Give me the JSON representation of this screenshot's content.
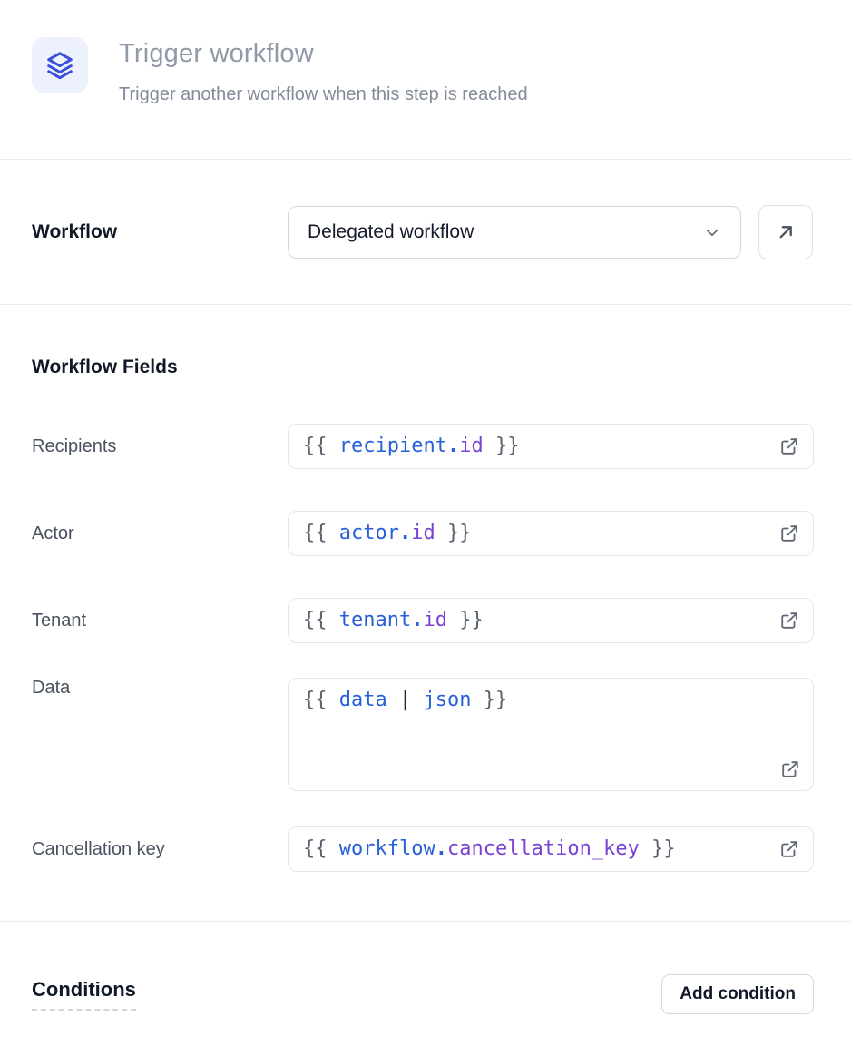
{
  "header": {
    "icon": "layers-icon",
    "title": "Trigger workflow",
    "subtitle": "Trigger another workflow when this step is reached"
  },
  "workflow": {
    "label": "Workflow",
    "selected_option": "Delegated workflow",
    "chevron_icon": "chevron-down-icon",
    "open_button_icon": "arrow-up-right-icon"
  },
  "fields": {
    "heading": "Workflow Fields",
    "external_icon": "external-link-icon",
    "rows": [
      {
        "label": "Recipients",
        "slug": "recipients",
        "tall": false,
        "tokens": [
          [
            "{{ ",
            "punct"
          ],
          [
            "recipient",
            "var"
          ],
          [
            ".",
            "dot"
          ],
          [
            "id",
            "prop"
          ],
          [
            " }}",
            "punct"
          ]
        ]
      },
      {
        "label": "Actor",
        "slug": "actor",
        "tall": false,
        "tokens": [
          [
            "{{ ",
            "punct"
          ],
          [
            "actor",
            "var"
          ],
          [
            ".",
            "dot"
          ],
          [
            "id",
            "prop"
          ],
          [
            " }}",
            "punct"
          ]
        ]
      },
      {
        "label": "Tenant",
        "slug": "tenant",
        "tall": false,
        "tokens": [
          [
            "{{ ",
            "punct"
          ],
          [
            "tenant",
            "var"
          ],
          [
            ".",
            "dot"
          ],
          [
            "id",
            "prop"
          ],
          [
            " }}",
            "punct"
          ]
        ]
      },
      {
        "label": "Data",
        "slug": "data",
        "tall": true,
        "tokens": [
          [
            "{{ ",
            "punct"
          ],
          [
            "data",
            "var"
          ],
          [
            " ",
            "punct"
          ],
          [
            "|",
            "pipe"
          ],
          [
            " ",
            "punct"
          ],
          [
            "json",
            "var"
          ],
          [
            " }}",
            "punct"
          ]
        ]
      },
      {
        "label": "Cancellation key",
        "slug": "cancellation-key",
        "tall": false,
        "tokens": [
          [
            "{{ ",
            "punct"
          ],
          [
            "workflow",
            "var"
          ],
          [
            ".",
            "dot"
          ],
          [
            "cancellation_key",
            "prop"
          ],
          [
            " }}",
            "punct"
          ]
        ]
      }
    ]
  },
  "conditions": {
    "heading": "Conditions",
    "add_button": "Add condition"
  },
  "colors": {
    "icon_blue": "#3a50d9",
    "icon_background": "#edf1fd",
    "token_blue": "#2760d9",
    "token_purple": "#7a42d4",
    "token_gray": "#5b6370",
    "heading_gray": "#9099a8",
    "border_gray": "#d4d8df"
  }
}
